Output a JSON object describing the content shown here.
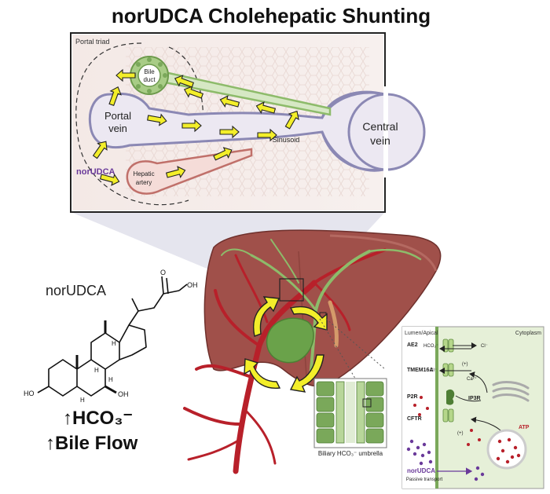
{
  "title": "norUDCA Cholehepatic Shunting",
  "inset": {
    "caption": "Portal triad",
    "bile_duct": [
      "Bile",
      "duct"
    ],
    "portal_vein": [
      "Portal",
      "vein"
    ],
    "central_vein": [
      "Central",
      "vein"
    ],
    "sinusoid": "Sinusoid",
    "hepatic_artery": [
      "Hepatic",
      "artery"
    ],
    "drug": "norUDCA"
  },
  "molecule": {
    "name": "norUDCA",
    "oh_top": "OH",
    "oh_carbonyl": "O",
    "ho_left": "HO",
    "oh_right": "OH",
    "h_marks": [
      "H",
      "H",
      "H",
      "H"
    ]
  },
  "effects": {
    "line1": "↑HCO₃⁻",
    "line2": "↑Bile Flow"
  },
  "umbrella": {
    "caption": "Biliary HCO₃⁻ umbrella"
  },
  "cell": {
    "lumen_label": "Lumen/Apical",
    "cytoplasm_label": "Cytoplasm",
    "ae2": "AE2",
    "tmem16a": "TMEM16A",
    "p2r": "P2R",
    "cftr": "CFTR",
    "ip3r": "IP3R",
    "atp": "ATP",
    "hco3": "HCO₃⁻",
    "cl1": "Cl⁻",
    "cl2": "Cl⁻",
    "ca": "Ca²⁺",
    "plus1": "(+)",
    "plus2": "(+)",
    "drug": "norUDCA",
    "passive": "Passive transport"
  },
  "colors": {
    "liver": "#a0504a",
    "liver_dark": "#7a3530",
    "vessel_red": "#b8202a",
    "bile_green": "#8dbb6a",
    "arrow_yellow": "#f3ee2a",
    "portal_purple": "#8b88b4",
    "drug_purple": "#6a3a9a",
    "cell_green": "#e6f0d8"
  }
}
